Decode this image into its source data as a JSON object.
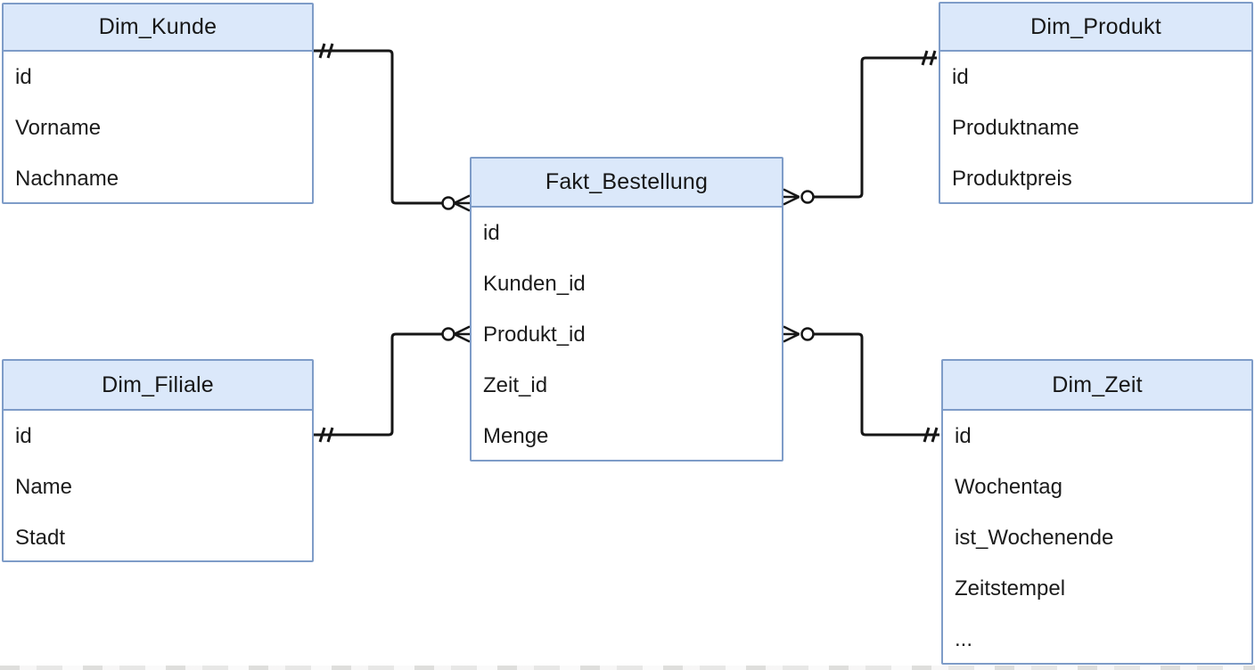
{
  "diagram": {
    "type": "entity-relationship-star-schema",
    "entities": [
      {
        "key": "dim_kunde",
        "title": "Dim_Kunde",
        "fields": [
          "id",
          "Vorname",
          "Nachname"
        ]
      },
      {
        "key": "dim_produkt",
        "title": "Dim_Produkt",
        "fields": [
          "id",
          "Produktname",
          "Produktpreis"
        ]
      },
      {
        "key": "fakt_bestellung",
        "title": "Fakt_Bestellung",
        "fields": [
          "id",
          "Kunden_id",
          "Produkt_id",
          "Zeit_id",
          "Menge"
        ]
      },
      {
        "key": "dim_filiale",
        "title": "Dim_Filiale",
        "fields": [
          "id",
          "Name",
          "Stadt"
        ]
      },
      {
        "key": "dim_zeit",
        "title": "Dim_Zeit",
        "fields": [
          "id",
          "Wochentag",
          "ist_Wochenende",
          "Zeitstempel",
          "..."
        ]
      }
    ],
    "relationships": [
      {
        "from": "Dim_Kunde",
        "to": "Fakt_Bestellung",
        "from_cardinality": "one-and-only-one",
        "to_cardinality": "zero-or-many"
      },
      {
        "from": "Dim_Produkt",
        "to": "Fakt_Bestellung",
        "from_cardinality": "one-and-only-one",
        "to_cardinality": "zero-or-many"
      },
      {
        "from": "Dim_Filiale",
        "to": "Fakt_Bestellung",
        "from_cardinality": "one-and-only-one",
        "to_cardinality": "zero-or-many"
      },
      {
        "from": "Dim_Zeit",
        "to": "Fakt_Bestellung",
        "from_cardinality": "one-and-only-one",
        "to_cardinality": "zero-or-many"
      }
    ],
    "colors": {
      "header_fill": "#dbe8fa",
      "entity_border": "#7e9cc8",
      "connector_line": "#161616",
      "text": "#1b1b1b",
      "background": "#ffffff"
    }
  }
}
